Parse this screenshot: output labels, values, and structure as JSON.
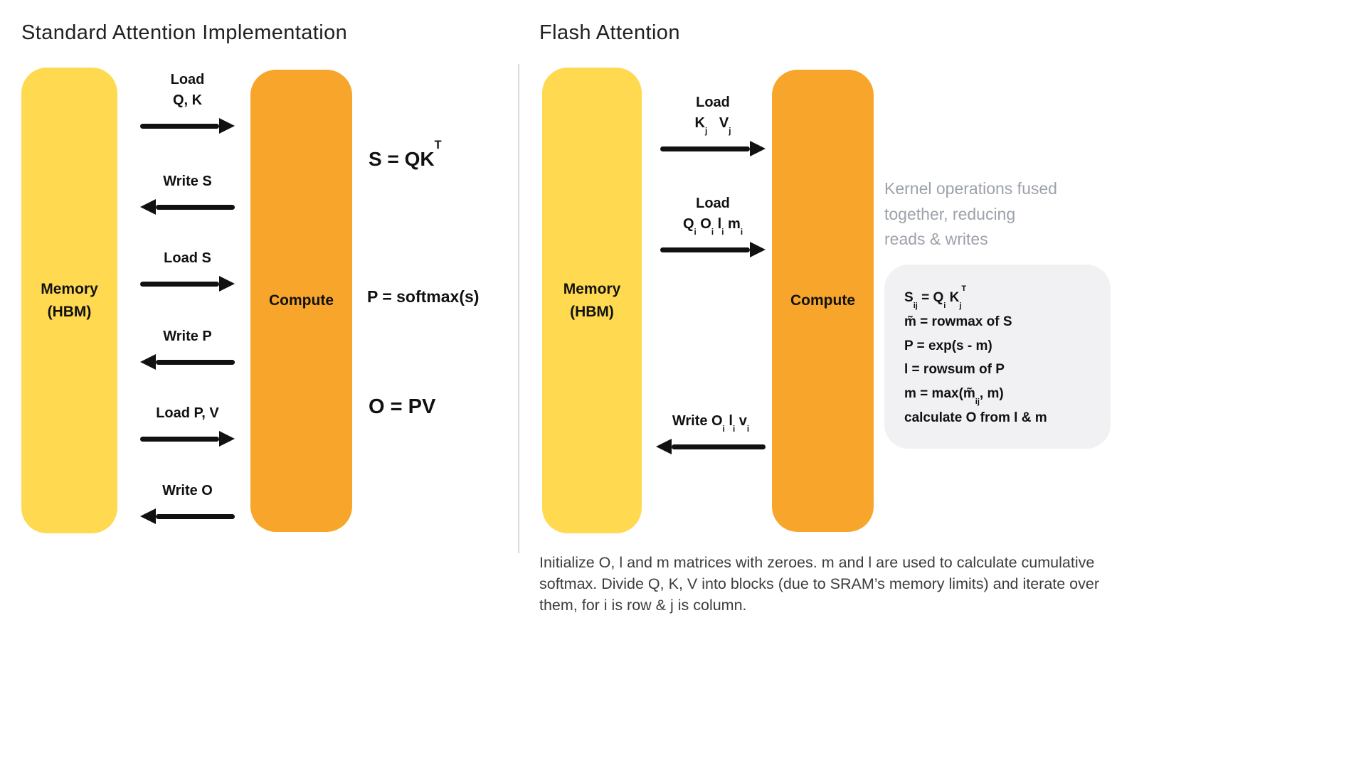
{
  "colors": {
    "memory": "#FFD94F",
    "compute": "#F7A62B",
    "arrow": "#111111",
    "muted_text": "#9CA1AA",
    "panel_bg": "#F1F1F4"
  },
  "standard": {
    "title": "Standard Attention Implementation",
    "memory_label": "Memory\n(HBM)",
    "compute_label": "Compute",
    "arrows": [
      {
        "label": "Load\nQ, K",
        "dir": "right"
      },
      {
        "label": "Write S",
        "dir": "left"
      },
      {
        "label": "Load S",
        "dir": "right"
      },
      {
        "label": "Write P",
        "dir": "left"
      },
      {
        "label": "Load P, V",
        "dir": "right"
      },
      {
        "label": "Write O",
        "dir": "left"
      }
    ],
    "equations": [
      "S = QK^T^",
      "P = softmax(s)",
      "O = PV"
    ]
  },
  "flash": {
    "title": "Flash Attention",
    "memory_label": "Memory\n(HBM)",
    "compute_label": "Compute",
    "arrows": [
      {
        "label": "Load\nK~j~   V~j~",
        "dir": "right"
      },
      {
        "label": "Load\nQ~i~ O~i~ l~i~ m~i~",
        "dir": "right"
      },
      {
        "label": "Write O~i~ l~i~ v~i~",
        "dir": "left"
      }
    ],
    "note": "Kernel operations fused\ntogether, reducing\nreads & writes",
    "fused_ops": [
      "S~ij~ = Q~i~ K~j~^T^",
      "m̃ = rowmax of S",
      "P = exp(s - m)",
      "l = rowsum of P",
      "m = max(m̃~ij~, m)",
      "calculate O from l & m"
    ],
    "footnote": "Initialize O, l and m matrices with zeroes. m and l are used to calculate cumulative softmax. Divide Q, K, V into blocks (due to SRAM’s memory limits) and iterate over them, for i is row & j is column."
  }
}
